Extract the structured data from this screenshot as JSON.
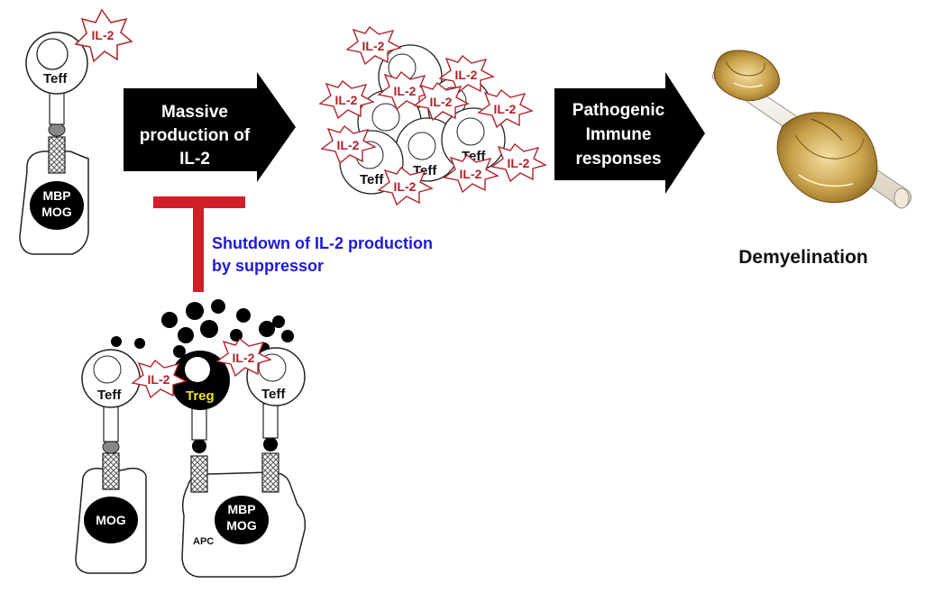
{
  "labels": {
    "il2": "IL-2",
    "teff": "Teff",
    "treg": "Treg",
    "apc": "APC",
    "mbp": "MBP",
    "mog": "MOG"
  },
  "arrows": {
    "left": [
      "Massive",
      "production of",
      "IL-2"
    ],
    "right": [
      "Pathogenic",
      "Immune",
      "responses"
    ]
  },
  "suppressor_text": [
    "Shutdown of IL-2 production",
    "by suppressor"
  ],
  "outcome": "Demyelination",
  "colors": {
    "inhibition_bar": "#d01f26",
    "suppressor_text": "#1e1bd6",
    "il2_text": "#b0222a",
    "treg_text": "#f2e21a",
    "nerve_myelin": "#c9a14a"
  }
}
